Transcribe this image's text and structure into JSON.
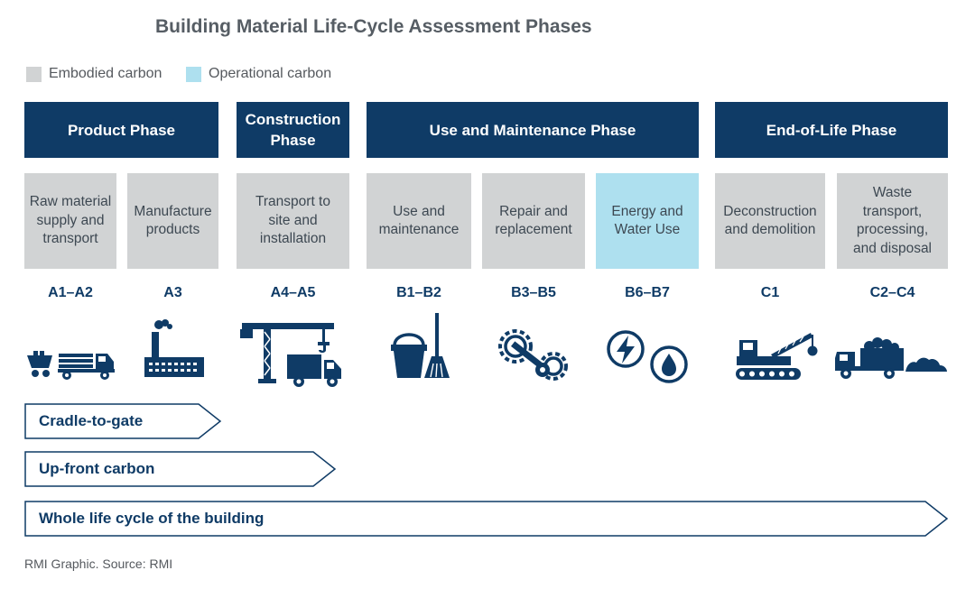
{
  "title": "Building Material Life-Cycle Assessment Phases",
  "legend": {
    "embodied": {
      "label": "Embodied carbon",
      "color": "#d1d3d4"
    },
    "operational": {
      "label": "Operational carbon",
      "color": "#aee0ef"
    }
  },
  "phases": {
    "product": "Product Phase",
    "construction": "Construction Phase",
    "use": "Use and Maintenance Phase",
    "end_of_life": "End-of-Life Phase"
  },
  "stages": [
    {
      "label": "Raw material supply and transport",
      "code": "A1–A2",
      "icon": "cart-truck-icon",
      "carbon": "embodied"
    },
    {
      "label": "Manufacture products",
      "code": "A3",
      "icon": "factory-icon",
      "carbon": "embodied"
    },
    {
      "label": "Transport to site and installation",
      "code": "A4–A5",
      "icon": "crane-truck-icon",
      "carbon": "embodied"
    },
    {
      "label": "Use and maintenance",
      "code": "B1–B2",
      "icon": "bucket-broom-icon",
      "carbon": "embodied"
    },
    {
      "label": "Repair and replacement",
      "code": "B3–B5",
      "icon": "gears-wrench-icon",
      "carbon": "embodied"
    },
    {
      "label": "Energy and Water Use",
      "code": "B6–B7",
      "icon": "energy-water-icon",
      "carbon": "operational"
    },
    {
      "label": "Deconstruction and demolition",
      "code": "C1",
      "icon": "demolition-crane-icon",
      "carbon": "embodied"
    },
    {
      "label": "Waste transport, processing, and disposal",
      "code": "C2–C4",
      "icon": "dump-truck-icon",
      "carbon": "embodied"
    }
  ],
  "scopes": {
    "cradle": "Cradle-to-gate",
    "upfront": "Up-front carbon",
    "whole": "Whole life cycle of the building"
  },
  "source": "RMI Graphic. Source: RMI",
  "colors": {
    "navy": "#0f3b66",
    "gray": "#d1d3d4",
    "blue": "#aee0ef"
  }
}
